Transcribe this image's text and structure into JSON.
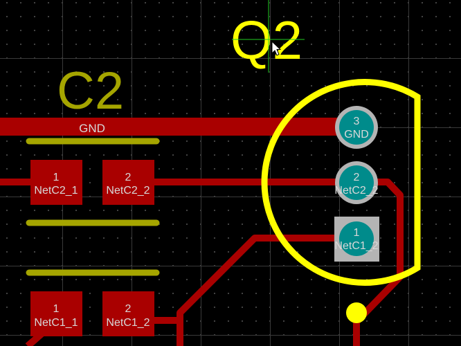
{
  "colors": {
    "background": "#000000",
    "trace": "#a90000",
    "silkscreen_yellow": "#ffff00",
    "silkscreen_olive": "#a5a500",
    "via_pad": "#008b8b",
    "pad_ring": "#b4b4b4",
    "label_text": "#d8d8d8",
    "crosshair": "#22cc22"
  },
  "board": {
    "designator_c2": "C2",
    "designator_q2": "Q2",
    "net_label_gnd": "GND",
    "c2_top_pads": [
      {
        "number": "1",
        "net": "NetC2_1"
      },
      {
        "number": "2",
        "net": "NetC2_2"
      }
    ],
    "c1_bottom_pads": [
      {
        "number": "1",
        "net": "NetC1_1"
      },
      {
        "number": "2",
        "net": "NetC1_2"
      }
    ],
    "q2_pins": [
      {
        "number": "3",
        "net": "GND"
      },
      {
        "number": "2",
        "net": "NetC2_2"
      },
      {
        "number": "1",
        "net": "NetC1_2"
      }
    ]
  },
  "cursor": {
    "icon": "arrow-cursor-icon",
    "crosshair": "crosshair-cursor"
  }
}
